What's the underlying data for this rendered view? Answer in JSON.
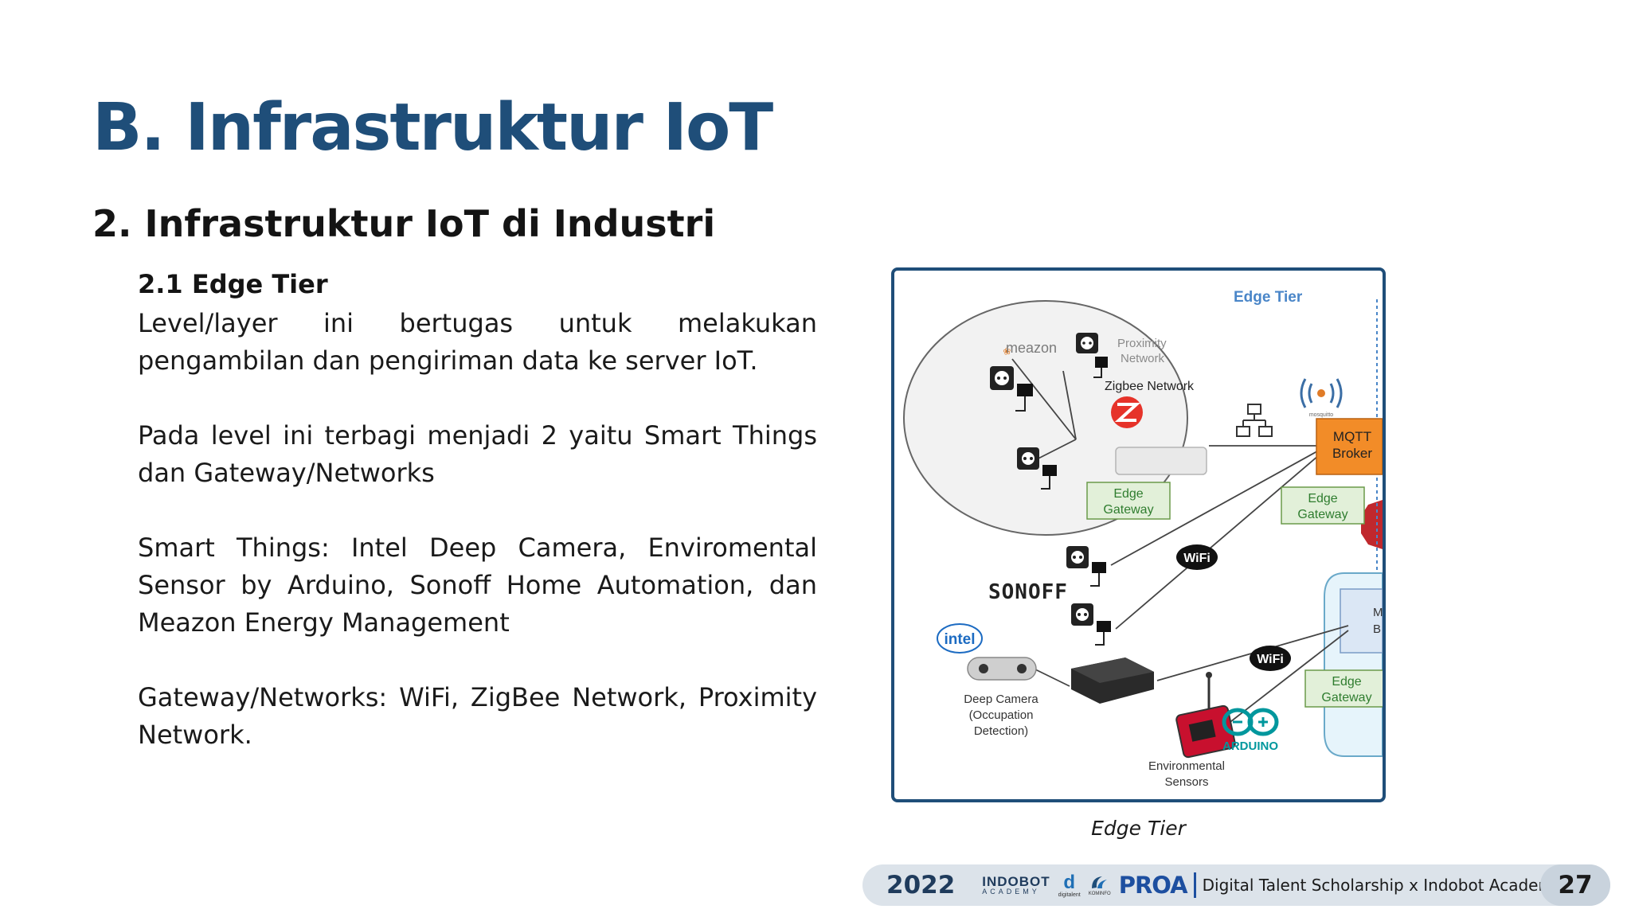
{
  "slide": {
    "title": "B. Infrastruktur IoT",
    "subtitle": "2. Infrastruktur IoT di Industri",
    "section_heading": "2.1 Edge Tier",
    "paragraphs": [
      "Level/layer ini bertugas untuk melakukan pengambilan dan pengiriman data ke server IoT.",
      "Pada level ini terbagi menjadi 2 yaitu Smart Things dan Gateway/Networks",
      "Smart Things: Intel Deep Camera, Enviromental Sensor by Arduino, Sonoff Home Automation, dan Meazon Energy Management",
      "Gateway/Networks: WiFi, ZigBee Network, Proximity Network."
    ]
  },
  "figure": {
    "caption": "Edge Tier",
    "labels": {
      "edge_tier": "Edge Tier",
      "meazon": "meazon",
      "proximity_1": "Proximity",
      "proximity_2": "Network",
      "zigbee": "Zigbee Network",
      "mosquitto": "mosquitto",
      "mqtt_1": "MQTT",
      "mqtt_2": "Broker",
      "edge_gw_1_a": "Edge",
      "edge_gw_1_b": "Gateway",
      "edge_gw_2_a": "Edge",
      "edge_gw_2_b": "Gateway",
      "edge_gw_3_a": "Edge",
      "edge_gw_3_b": "Gateway",
      "wifi_1": "WiFi",
      "wifi_2": "WiFi",
      "sonoff": "SONOFF",
      "intel": "intel",
      "deep_camera_1": "Deep Camera",
      "deep_camera_2": "(Occupation",
      "deep_camera_3": "Detection)",
      "arduino": "ARDUINO",
      "env_1": "Environmental",
      "env_2": "Sensors",
      "cut_1": "M",
      "cut_2": "B"
    }
  },
  "footer": {
    "year": "2022",
    "indobot_line1": "INDOBOT",
    "indobot_line2": "ACADEMY",
    "digitalent_mark": "d",
    "digitalent_text": "digitalent",
    "kominfo_text": "KOMINFO",
    "proa": "PROA",
    "tagline": "Digital Talent Scholarship x Indobot Academy",
    "page_number": "27"
  },
  "colors": {
    "title_blue": "#1f4e79",
    "figure_border": "#1f4e79",
    "footer_bg": "#dce3ea",
    "mqtt_orange": "#f28c28",
    "gateway_green": "#e2f0d9",
    "label_blue": "#4a86c8"
  }
}
